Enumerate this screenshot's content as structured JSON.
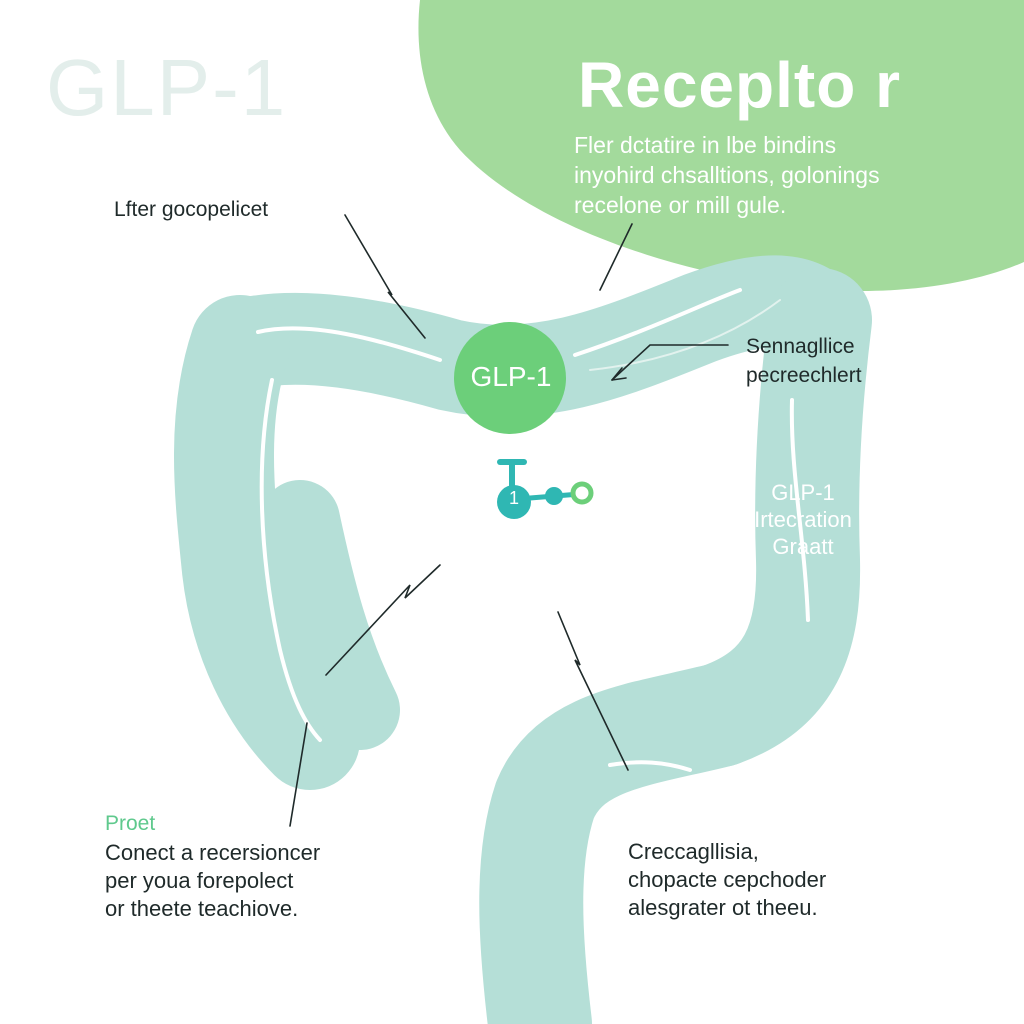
{
  "title_faded": "GLP-1",
  "receptor_panel": {
    "title": "Receplto r",
    "lines": [
      "Fler dctatire in lbe bindins",
      "inyohird chsalltions, golonings",
      "recelone or mill gule."
    ]
  },
  "labels": {
    "top_left": "Lfter gocopelicet",
    "right": [
      "Sennagllice",
      "pecreechlert"
    ],
    "glp_badge": "GLP-1",
    "interaction": [
      "GLP-1",
      "Irtecration",
      "Graatt"
    ],
    "molecule_number": "1"
  },
  "bottom_left": {
    "heading": "Proet",
    "lines": [
      "Conect a recersioncer",
      "per youa forepolect",
      "or theete teachiove."
    ]
  },
  "bottom_right": {
    "lines": [
      "Creccagllisia,",
      "chopacte cepchoder",
      "alesgrater ot theeu."
    ]
  },
  "colors": {
    "intestine": "#b5dfd7",
    "receptor_blob": "#a3da9c",
    "glp_badge": "#6ccf7a",
    "molecule": "#2fb7b3",
    "accent_green": "#5fc98d"
  }
}
